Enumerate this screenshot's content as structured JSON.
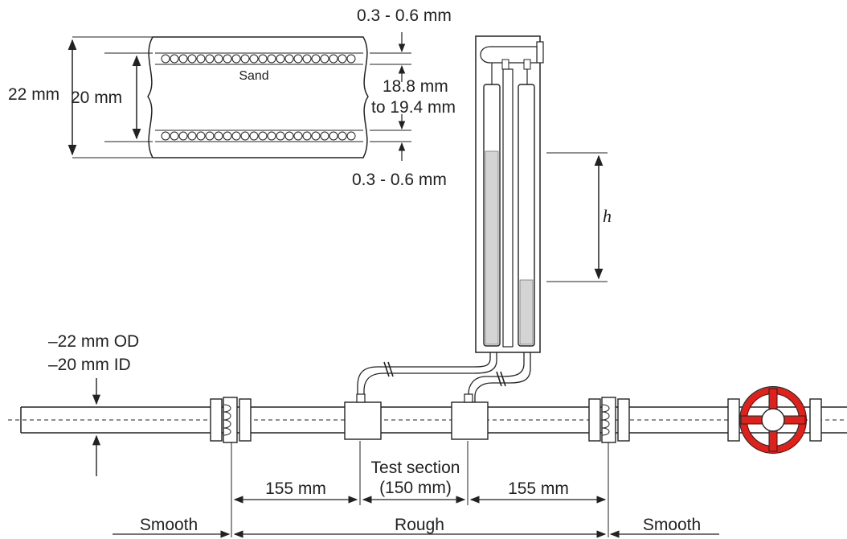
{
  "detail": {
    "outer_diameter": "22 mm",
    "inner_diameter": "20 mm",
    "sand_label": "Sand",
    "layer_top": "0.3 - 0.6 mm",
    "layer_bottom": "0.3 - 0.6 mm",
    "effective_diameter_line1": "18.8 mm",
    "effective_diameter_line2": "to 19.4 mm"
  },
  "manometer": {
    "head_symbol": "h"
  },
  "pipe": {
    "od_label": "–22 mm OD",
    "id_label": "–20 mm ID"
  },
  "dimensions": {
    "upstream_length": "155 mm",
    "test_section_line1": "Test section",
    "test_section_line2": "(150 mm)",
    "downstream_length": "155 mm"
  },
  "sections": {
    "left": "Smooth",
    "middle": "Rough",
    "right": "Smooth"
  },
  "colors": {
    "valve": "#e0201a",
    "manometer_fluid": "#d4d4d4",
    "line": "#222222"
  }
}
